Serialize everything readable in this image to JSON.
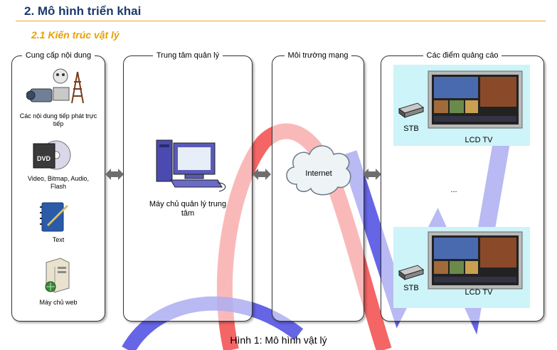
{
  "heading": "2. Mô hình triển khai",
  "subheading": "2.1  Kiến trúc vật lý",
  "panels": {
    "content": {
      "title": "Cung cấp nội dung",
      "items": [
        {
          "label": "Các nội dung tiếp phát trực tiếp",
          "icon": "live-broadcast-icon"
        },
        {
          "label": "Video, Bitmap, Audio, Flash",
          "icon": "dvd-icon"
        },
        {
          "label": "Text",
          "icon": "notebook-icon"
        },
        {
          "label": "Máy chủ web",
          "icon": "web-server-icon"
        }
      ]
    },
    "management": {
      "title": "Trung tâm quản lý",
      "label": "Máy chủ quản lý trung tâm",
      "icon": "computer-icon"
    },
    "network": {
      "title": "Môi trường mạng",
      "label": "Internet",
      "icon": "cloud-icon"
    },
    "ad_points": {
      "title": "Các điểm quảng cáo",
      "ellipsis": "...",
      "stb_label": "STB",
      "tv_label": "LCD TV"
    }
  },
  "caption": "Hình 1: Mô hình vật lý"
}
